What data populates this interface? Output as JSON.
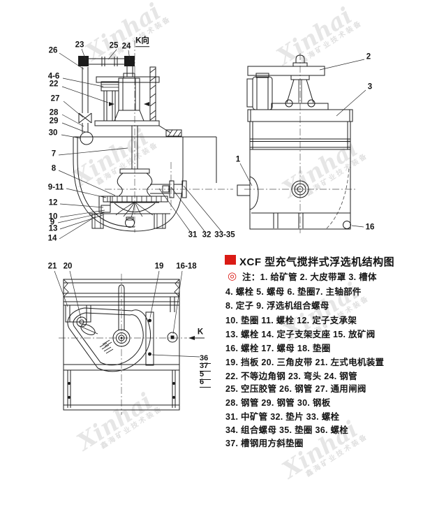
{
  "meta": {
    "background": "#ffffff",
    "line_color": "#1c1c1c",
    "accent_red": "#da1b15"
  },
  "watermark": {
    "brand": "Xinhai",
    "tagline": "鑫海矿业技术装备"
  },
  "section_view": {
    "view_direction_label": "K向",
    "callouts": [
      "26",
      "23",
      "25",
      "24",
      "4-6",
      "22",
      "27",
      "28",
      "29",
      "30",
      "7",
      "8",
      "9-11",
      "12",
      "10",
      "9",
      "13",
      "14",
      "31",
      "32",
      "33-35"
    ]
  },
  "side_view": {
    "callouts": [
      "2",
      "3",
      "1",
      "16"
    ]
  },
  "k_view": {
    "view_arrow_label": "K",
    "callouts": [
      "21",
      "20",
      "19",
      "16-18"
    ],
    "bolt_stack": [
      "36",
      "37",
      "5",
      "6"
    ]
  },
  "legend": {
    "title": "XCF 型充气搅拌式浮选机结构图",
    "rows": [
      "注：1. 给矿管 2. 大皮带罩 3. 槽体",
      "4. 螺栓 5. 螺母 6. 垫圈7. 主轴部件",
      "8. 定子 9. 浮选机组合螺母",
      "10. 垫圈 11. 螺栓 12. 定子支承架",
      "13. 螺栓 14. 定子支架支座 15. 放矿阀",
      "16. 螺栓 17. 螺母 18. 垫圈",
      "19. 挡板 20. 三角皮带 21. 左式电机装置",
      "22. 不等边角钢 23. 弯头 24. 钢管",
      "25. 空压胶管 26. 钢管 27. 通用闸阀",
      "28. 钢管 29. 钢管 30. 钢板",
      "31. 中矿管 32. 垫片 33. 螺栓",
      "34. 组合螺母 35. 垫圈 36. 螺栓",
      "37. 槽钢用方斜垫圈"
    ]
  }
}
